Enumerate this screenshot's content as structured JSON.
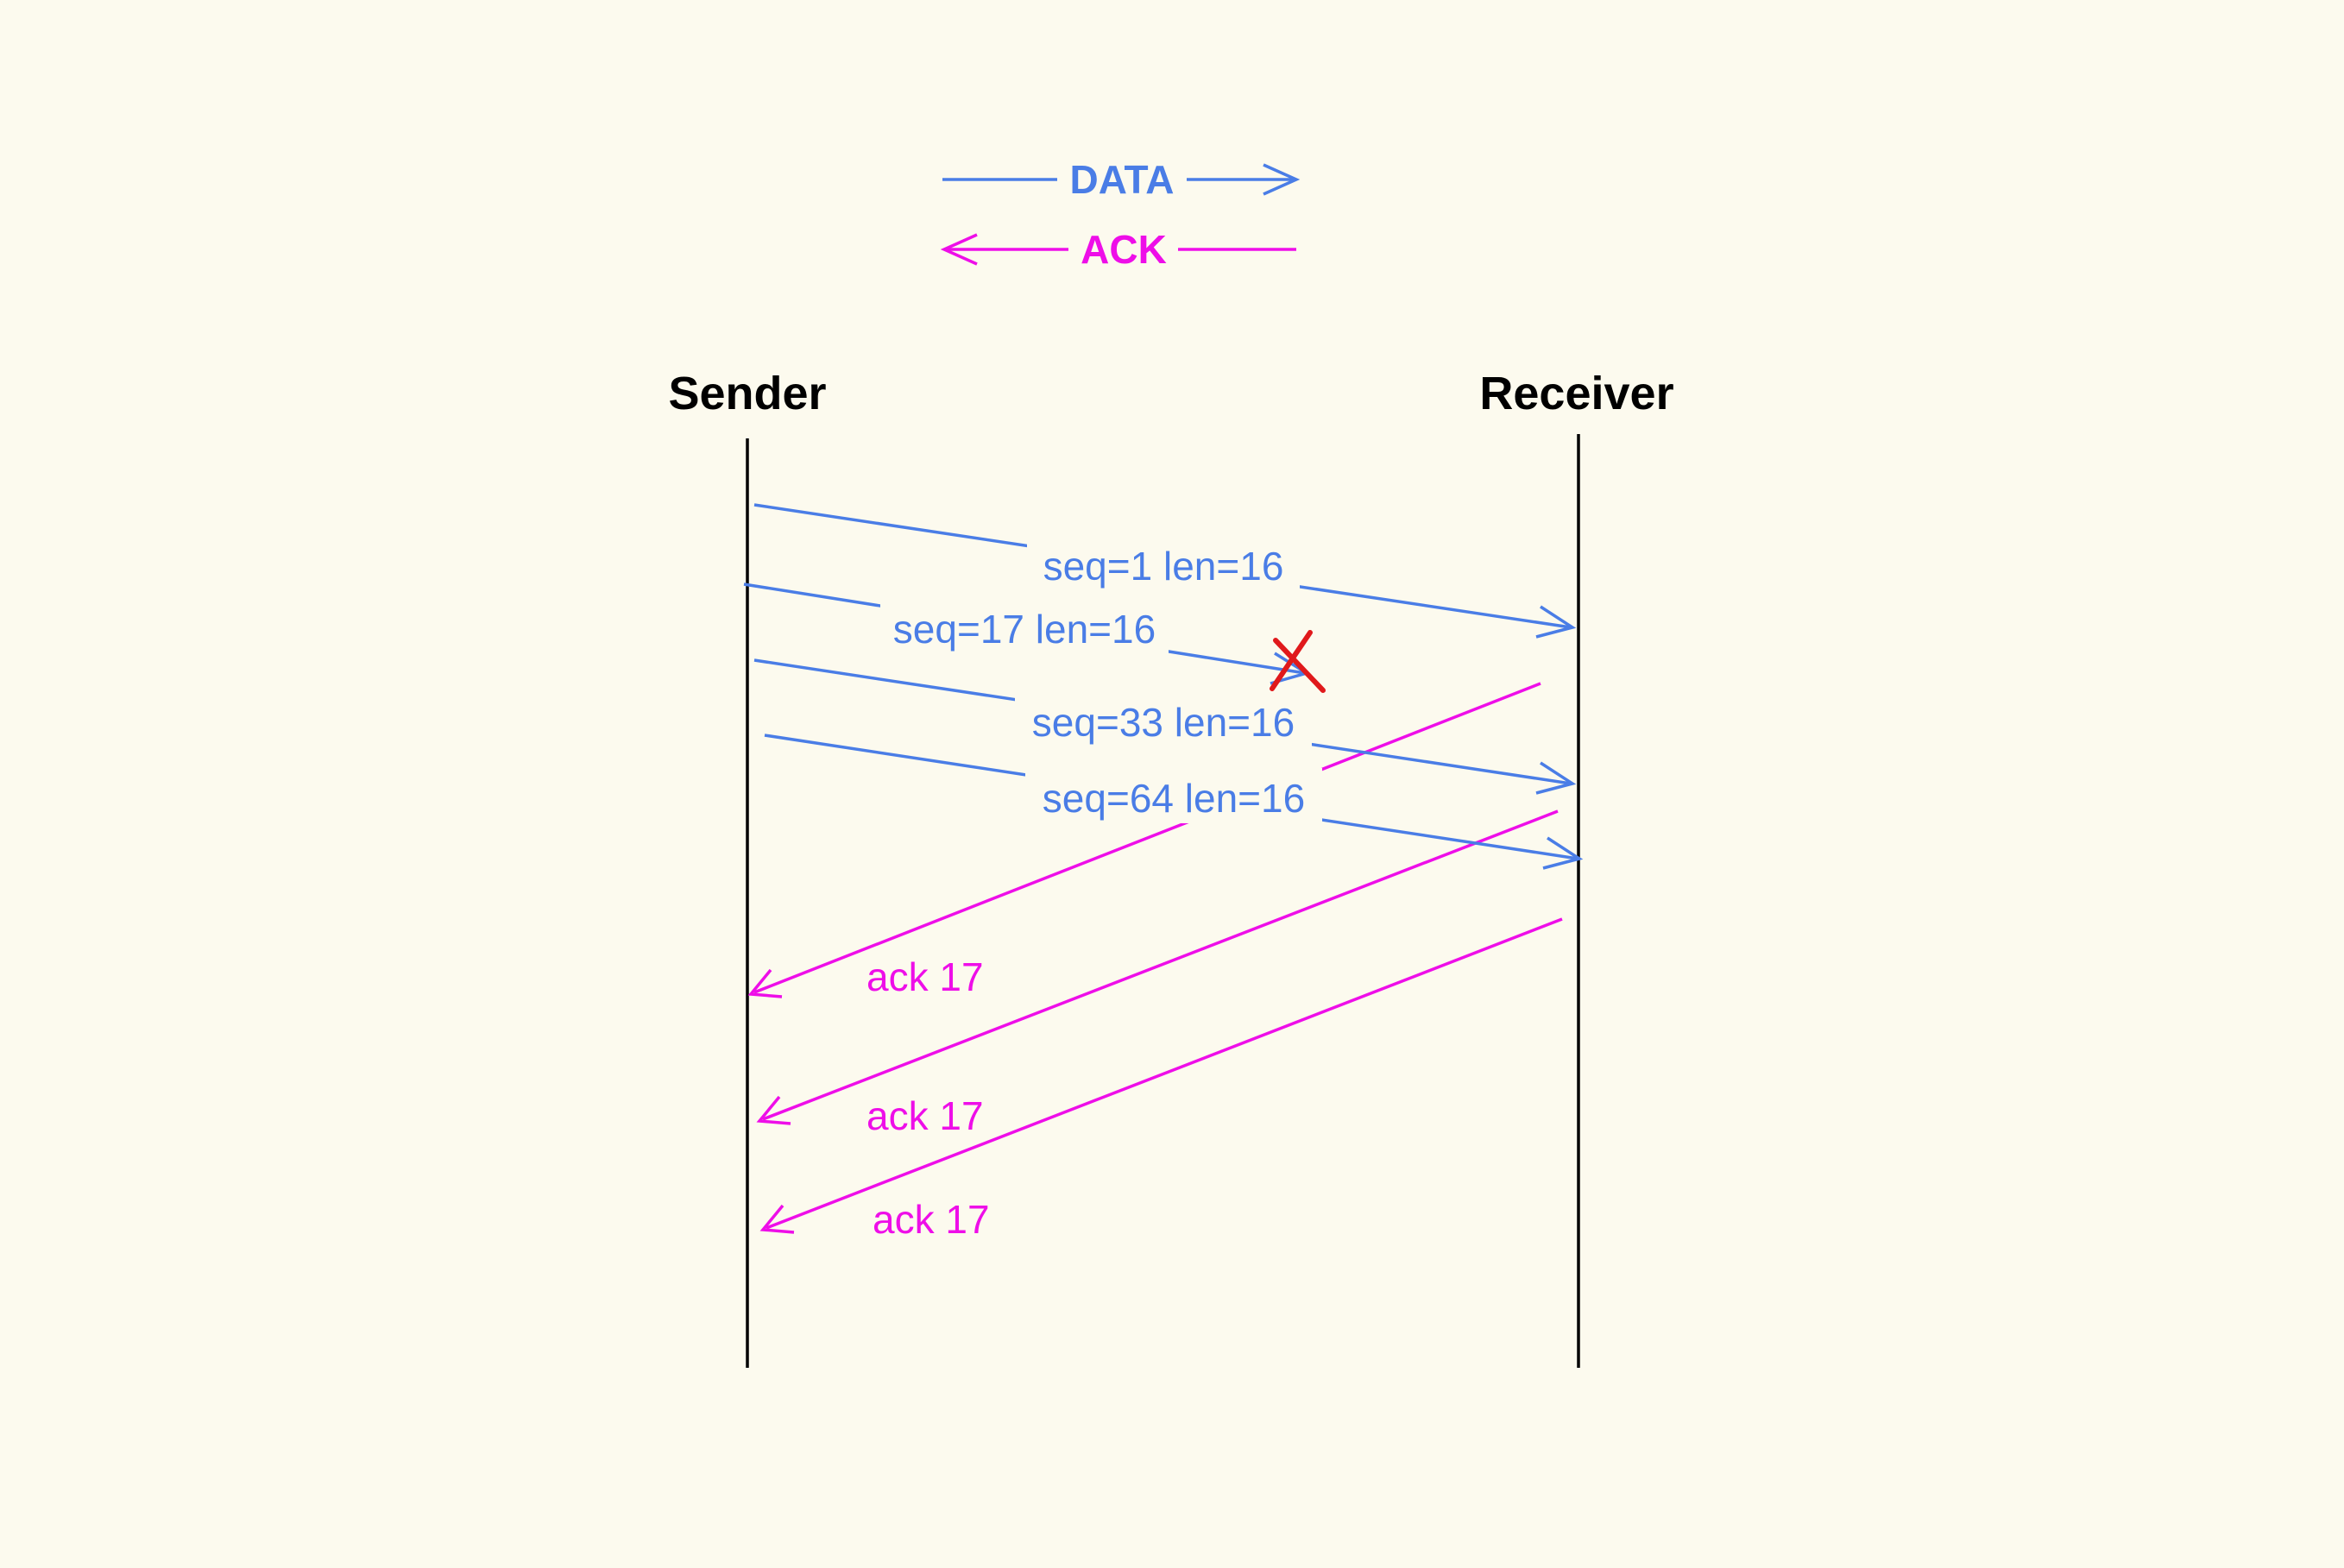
{
  "colors": {
    "background": "#fcfaee",
    "data": "#4a7de6",
    "ack": "#ee0ee8",
    "lost": "#e0191b",
    "lifeline": "#000000"
  },
  "legend": {
    "data_label": "DATA",
    "ack_label": "ACK"
  },
  "actors": {
    "sender": "Sender",
    "receiver": "Receiver"
  },
  "data_messages": [
    {
      "label": "seq=1 len=16",
      "lost": false
    },
    {
      "label": "seq=17 len=16",
      "lost": true
    },
    {
      "label": "seq=33 len=16",
      "lost": false
    },
    {
      "label": "seq=64 len=16",
      "lost": false
    }
  ],
  "ack_messages": [
    {
      "label": "ack 17"
    },
    {
      "label": "ack 17"
    },
    {
      "label": "ack 17"
    }
  ],
  "icons": {
    "lost_marker": "x-mark-icon"
  }
}
